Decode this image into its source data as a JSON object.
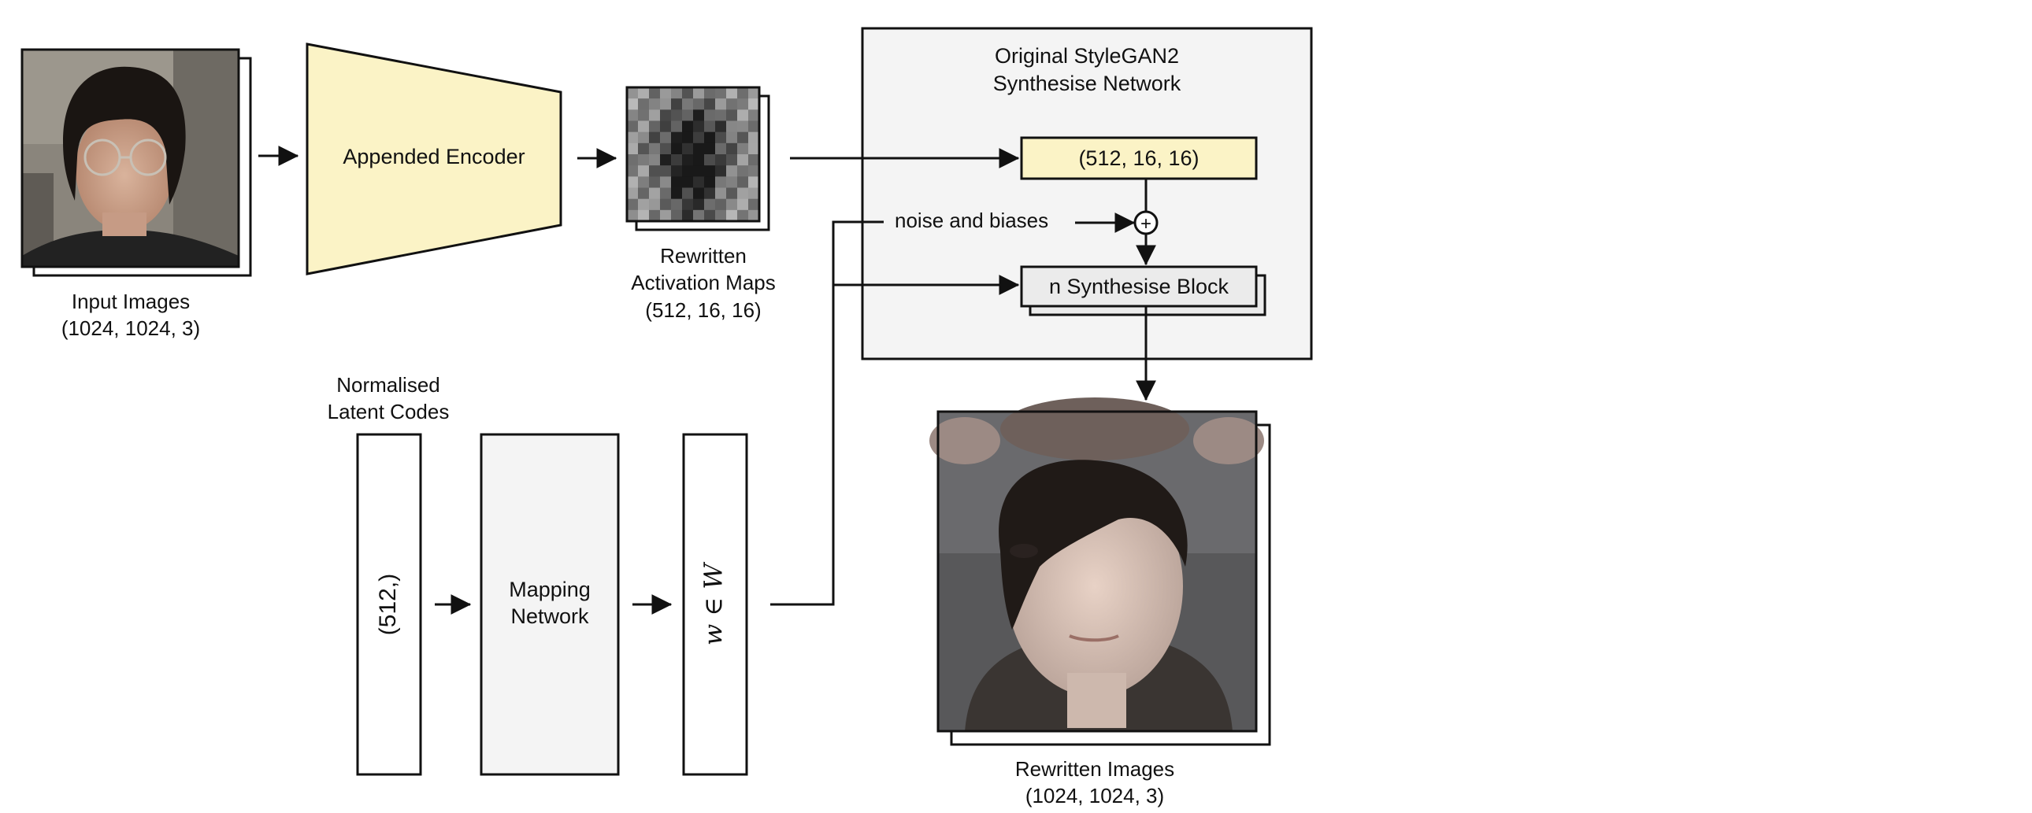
{
  "input": {
    "title": "Input Images",
    "shape": "(1024, 1024, 3)"
  },
  "encoder": {
    "label": "Appended Encoder"
  },
  "activation": {
    "title_line1": "Rewritten",
    "title_line2": "Activation Maps",
    "shape": "(512, 16, 16)"
  },
  "stylegan": {
    "title_line1": "Original StyleGAN2",
    "title_line2": "Synthesise Network",
    "const_shape": "(512, 16, 16)",
    "noise_label": "noise and biases",
    "plus_symbol": "+",
    "block_label": "n Synthesise Block"
  },
  "latent": {
    "title_line1": "Normalised",
    "title_line2": "Latent Codes",
    "shape": "(512,)"
  },
  "mapping": {
    "label_line1": "Mapping",
    "label_line2": "Network"
  },
  "w_space": {
    "label": "w ∈ W"
  },
  "output": {
    "title": "Rewritten Images",
    "shape": "(1024, 1024, 3)"
  },
  "colors": {
    "encoder_fill": "#fbf3c6",
    "const_fill": "#fbf3c6",
    "panel_fill": "#f4f4f4",
    "block_fill": "#ebebeb",
    "mapping_fill": "#f4f4f4",
    "stroke": "#111111"
  }
}
